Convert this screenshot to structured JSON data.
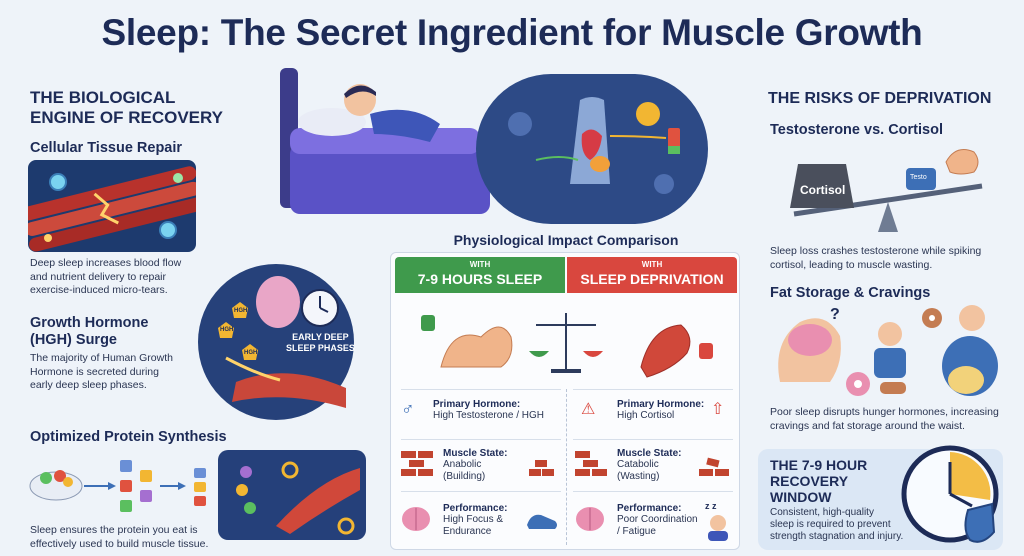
{
  "title": "Sleep: The Secret Ingredient for Muscle Growth",
  "left": {
    "section_title_line1": "THE BIOLOGICAL",
    "section_title_line2": "ENGINE OF RECOVERY",
    "cellular": {
      "heading": "Cellular Tissue Repair",
      "body_line1": "Deep sleep increases blood flow",
      "body_line2": "and nutrient delivery to repair",
      "body_line3": "exercise-induced micro-tears."
    },
    "hgh": {
      "heading_line1": "Growth Hormone",
      "heading_line2": "(HGH) Surge",
      "body_line1": "The majority of Human Growth",
      "body_line2": "Hormone is secreted during",
      "body_line3": "early deep sleep phases.",
      "badge": "HGH",
      "phase_label_line1": "EARLY DEEP",
      "phase_label_line2": "SLEEP PHASES"
    },
    "protein": {
      "heading": "Optimized Protein Synthesis",
      "body_line1": "Sleep ensures the protein you eat is",
      "body_line2": "effectively used to build muscle tissue."
    }
  },
  "comparison": {
    "title": "Physiological Impact Comparison",
    "with_label": "WITH",
    "good": {
      "header": "7-9 HOURS SLEEP",
      "color": "#3f9a4c",
      "hormone_label": "Primary Hormone:",
      "hormone_value": "High Testosterone / HGH",
      "muscle_label": "Muscle State:",
      "muscle_value_line1": "Anabolic",
      "muscle_value_line2": "(Building)",
      "perf_label": "Performance:",
      "perf_value_line1": "High Focus &",
      "perf_value_line2": "Endurance"
    },
    "bad": {
      "header": "SLEEP DEPRIVATION",
      "color": "#d9473e",
      "hormone_label": "Primary Hormone:",
      "hormone_value": "High Cortisol",
      "muscle_label": "Muscle State:",
      "muscle_value_line1": "Catabolic",
      "muscle_value_line2": "(Wasting)",
      "perf_label": "Performance:",
      "perf_value_line1": "Poor Coordination",
      "perf_value_line2": "/ Fatigue",
      "zz": "z z"
    }
  },
  "right": {
    "section_title": "THE RISKS OF DEPRIVATION",
    "testo": {
      "heading": "Testosterone vs. Cortisol",
      "weight_label": "Cortisol",
      "small_weight_label": "Testo",
      "body_line1": "Sleep loss crashes testosterone while spiking",
      "body_line2": "cortisol, leading to muscle wasting."
    },
    "fat": {
      "heading": "Fat Storage & Cravings",
      "question": "?",
      "body_line1": "Poor sleep disrupts hunger hormones, increasing",
      "body_line2": "cravings and fat storage around the waist."
    },
    "window": {
      "title_line1": "THE 7-9 HOUR",
      "title_line2": "RECOVERY",
      "title_line3": "WINDOW",
      "body_line1": "Consistent, high-quality",
      "body_line2": "sleep is required to prevent",
      "body_line3": "strength stagnation and injury."
    }
  }
}
